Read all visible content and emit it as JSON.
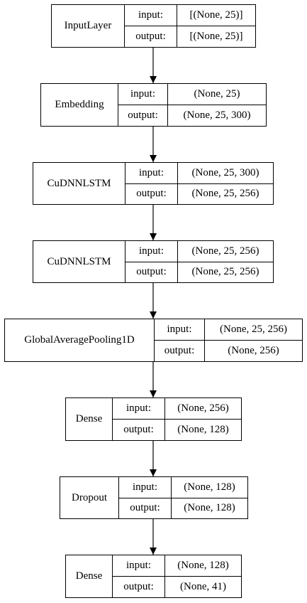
{
  "layers": [
    {
      "name": "InputLayer",
      "input_label": "input:",
      "output_label": "output:",
      "input": "[(None, 25)]",
      "output": "[(None, 25)]"
    },
    {
      "name": "Embedding",
      "input_label": "input:",
      "output_label": "output:",
      "input": "(None, 25)",
      "output": "(None, 25, 300)"
    },
    {
      "name": "CuDNNLSTM",
      "input_label": "input:",
      "output_label": "output:",
      "input": "(None, 25, 300)",
      "output": "(None, 25, 256)"
    },
    {
      "name": "CuDNNLSTM",
      "input_label": "input:",
      "output_label": "output:",
      "input": "(None, 25, 256)",
      "output": "(None, 25, 256)"
    },
    {
      "name": "GlobalAveragePooling1D",
      "input_label": "input:",
      "output_label": "output:",
      "input": "(None, 25, 256)",
      "output": "(None, 256)"
    },
    {
      "name": "Dense",
      "input_label": "input:",
      "output_label": "output:",
      "input": "(None, 256)",
      "output": "(None, 128)"
    },
    {
      "name": "Dropout",
      "input_label": "input:",
      "output_label": "output:",
      "input": "(None, 128)",
      "output": "(None, 128)"
    },
    {
      "name": "Dense",
      "input_label": "input:",
      "output_label": "output:",
      "input": "(None, 128)",
      "output": "(None, 41)"
    }
  ]
}
